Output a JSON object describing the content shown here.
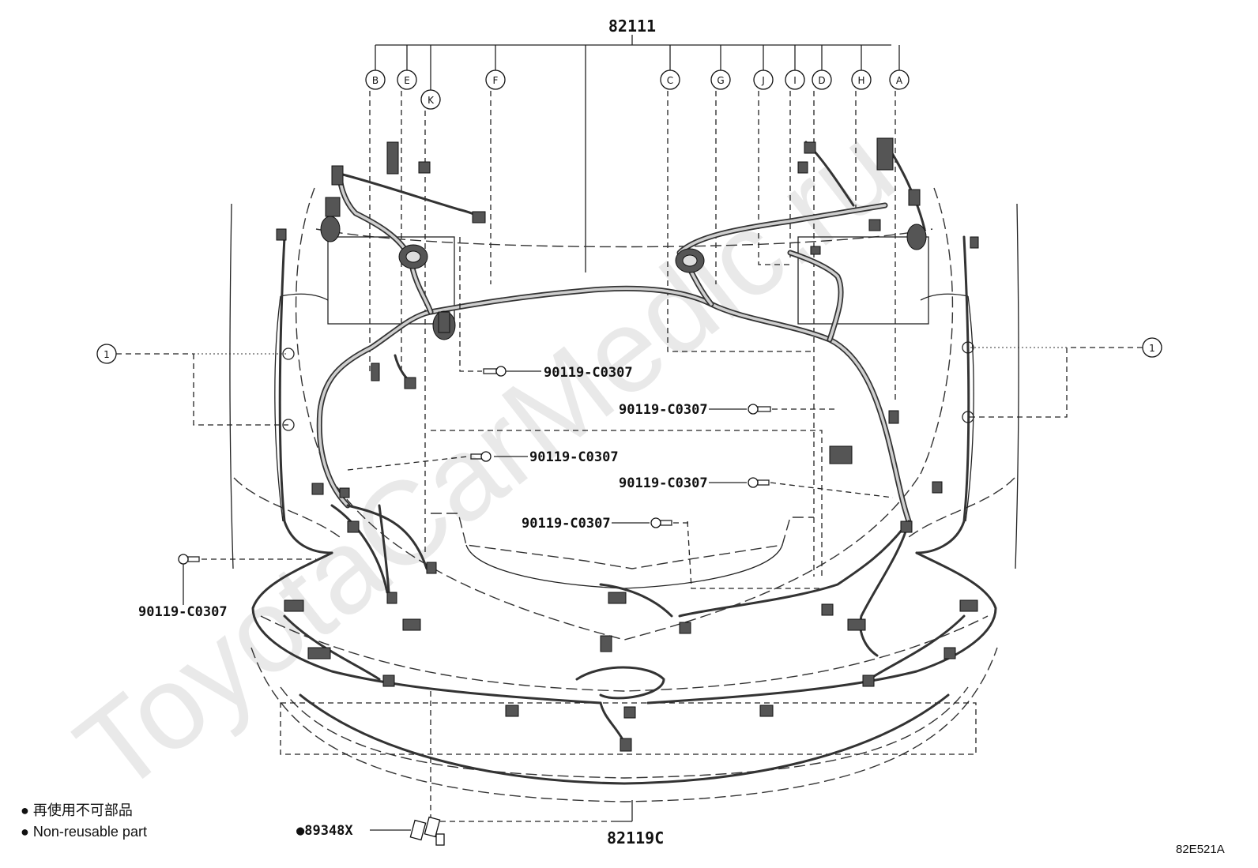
{
  "assembly_top": "82111",
  "assembly_bottom": "82119C",
  "letters": [
    "B",
    "E",
    "K",
    "F",
    "C",
    "G",
    "J",
    "I",
    "D",
    "H",
    "A"
  ],
  "item_1": "1",
  "bolt_part": "90119-C0307",
  "clip_part": "●89348X",
  "legend": {
    "jp": "● 再使用不可部品",
    "en": "● Non-reusable part"
  },
  "diagram_ref": "82E521A",
  "watermark": "ToyotaCarMedic.ru"
}
